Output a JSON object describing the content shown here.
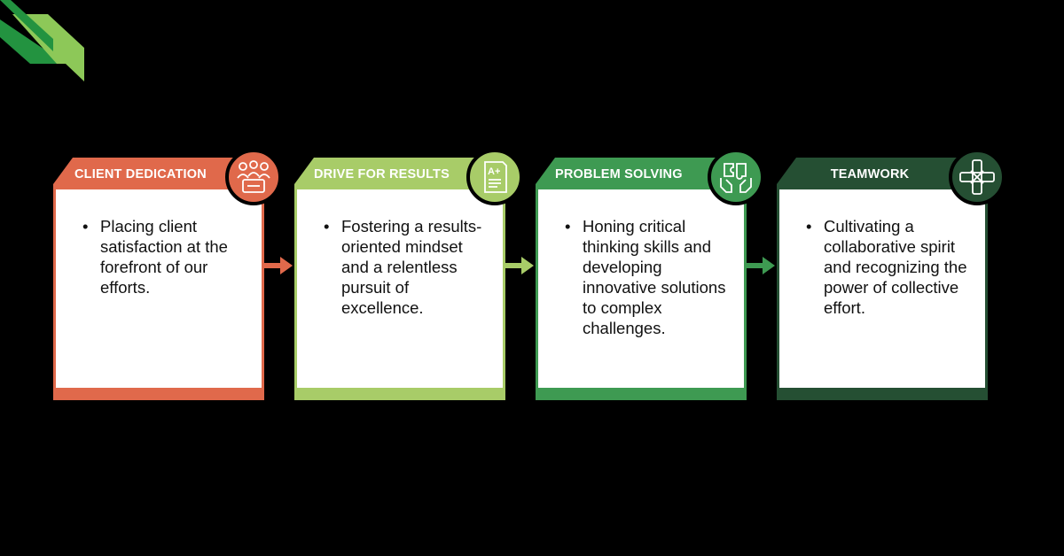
{
  "colors": {
    "orange": "#E0694B",
    "light_green": "#A8CC68",
    "green": "#3E9A52",
    "dark_green": "#254F33",
    "logo_dark": "#239340",
    "logo_light": "#8DC858"
  },
  "steps": [
    {
      "title": "CLIENT DEDICATION",
      "text": "Placing client satisfaction at the forefront of our efforts.",
      "icon": "client-group-icon"
    },
    {
      "title": "DRIVE FOR RESULTS",
      "text": "Fostering a results-oriented mindset and a relentless pursuit of excellence.",
      "icon": "a-plus-document-icon"
    },
    {
      "title": "PROBLEM SOLVING",
      "text": "Honing critical thinking skills and developing innovative solutions to complex challenges.",
      "icon": "puzzle-hands-icon"
    },
    {
      "title": "TEAMWORK",
      "text": "Cultivating a collaborative spirit and recognizing the power of collective effort.",
      "icon": "joined-hands-icon"
    }
  ]
}
